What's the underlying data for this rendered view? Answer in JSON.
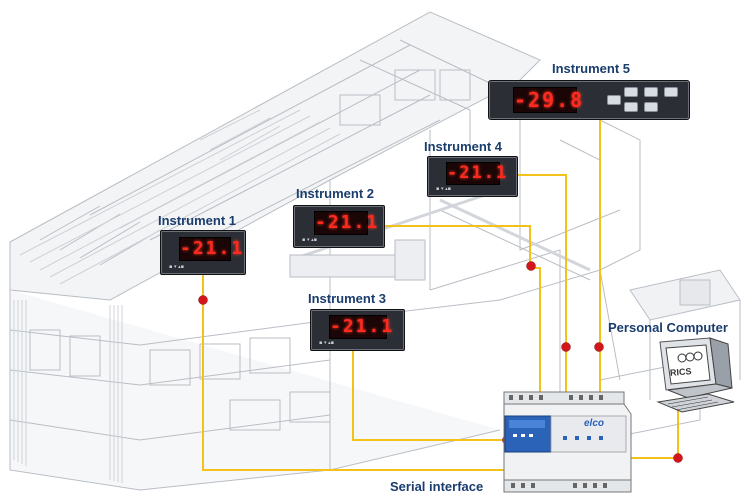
{
  "colors": {
    "wire": "#f2c21a",
    "node": "#d4161b",
    "label": "#1a3d6e",
    "bezel": "#2b2f35",
    "segment": "#ff2a1f",
    "lines": "#b9bec5"
  },
  "instruments": [
    {
      "label": "Instrument 1",
      "reading": "-21.1"
    },
    {
      "label": "Instrument 2",
      "reading": "-21.1"
    },
    {
      "label": "Instrument 3",
      "reading": "-21.1"
    },
    {
      "label": "Instrument 4",
      "reading": "-21.1"
    },
    {
      "label": "Instrument 5",
      "reading": "-29.8"
    }
  ],
  "pc": {
    "label": "Personal Computer",
    "screen_logo": "RICS"
  },
  "serial_interface": {
    "label": "Serial interface",
    "brand": "elco"
  },
  "icons": [
    "building-sketch-icon",
    "computer-icon",
    "instrument-panel-icon",
    "serial-interface-icon"
  ]
}
